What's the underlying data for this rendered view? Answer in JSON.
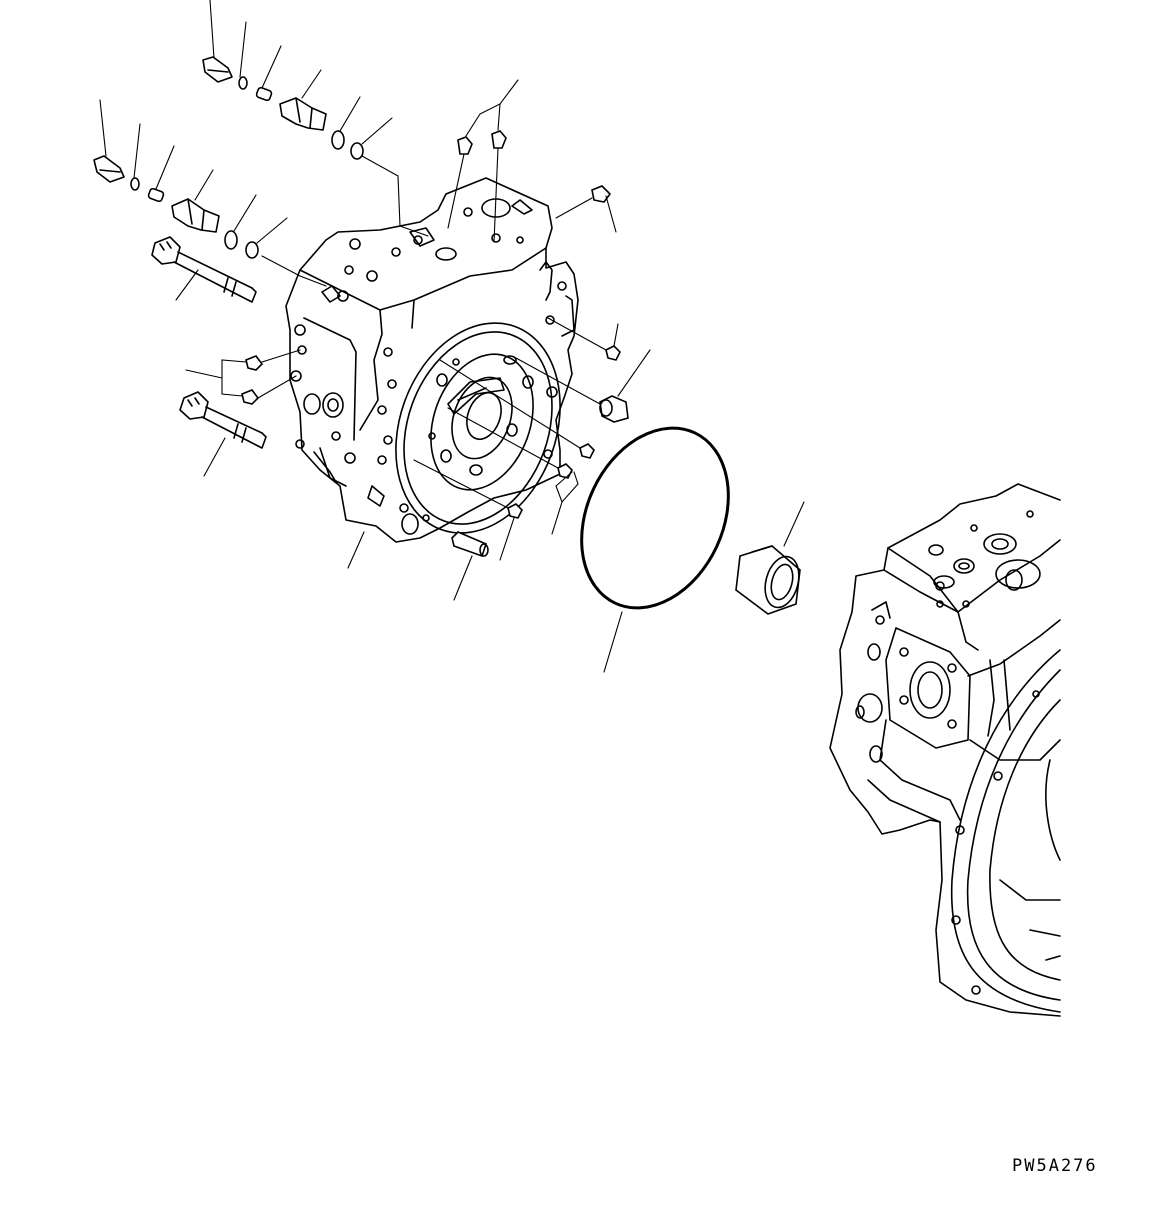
{
  "figure": {
    "code": "PW5A276"
  },
  "parts": [
    {
      "name": "adjust-screw-upper"
    },
    {
      "name": "o-ring-small-upper"
    },
    {
      "name": "pin-upper"
    },
    {
      "name": "plug-upper"
    },
    {
      "name": "o-ring-upper-a"
    },
    {
      "name": "o-ring-upper-b"
    },
    {
      "name": "adjust-screw-lower"
    },
    {
      "name": "o-ring-small-lower"
    },
    {
      "name": "pin-lower"
    },
    {
      "name": "plug-lower"
    },
    {
      "name": "o-ring-lower-a"
    },
    {
      "name": "o-ring-lower-b"
    },
    {
      "name": "long-bolt-upper"
    },
    {
      "name": "long-bolt-lower"
    },
    {
      "name": "pump-case-body"
    },
    {
      "name": "large-o-ring"
    },
    {
      "name": "bearing-sleeve"
    },
    {
      "name": "dowel-pin"
    },
    {
      "name": "plugs-top"
    },
    {
      "name": "plugs-side"
    },
    {
      "name": "plug-right-top"
    },
    {
      "name": "plug-right"
    },
    {
      "name": "cap-plug"
    },
    {
      "name": "engine-housing"
    }
  ]
}
